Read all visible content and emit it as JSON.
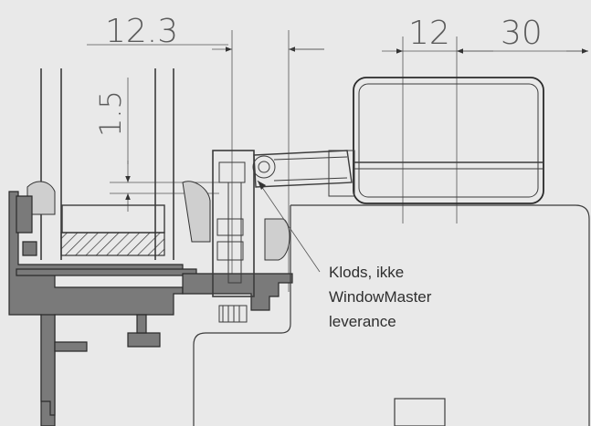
{
  "dimensions": {
    "left_width": "12.3",
    "height": "1.5",
    "motor_offset": "12",
    "motor_right": "30"
  },
  "note": {
    "line1": "Klods, ikke",
    "line2": "WindowMaster",
    "line3": "leverance"
  },
  "colors": {
    "background": "#e9e9e9",
    "line": "#3c3c3c",
    "profile_fill": "#7a7a7a",
    "dimension_text": "#5b5b5b"
  }
}
